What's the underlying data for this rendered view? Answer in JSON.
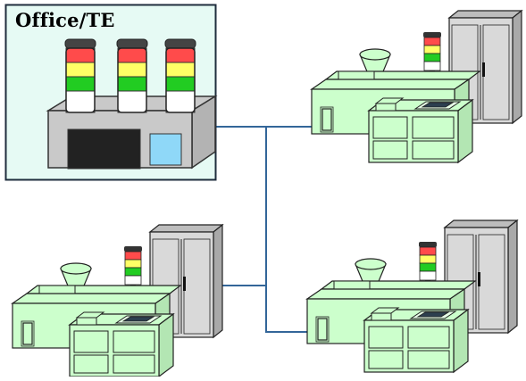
{
  "office": {
    "label": "Office/TE",
    "panel_fill": "#e6faf4",
    "panel_border": "#1f2d3d",
    "console_color": "#c9c9c9",
    "screen_color": "#222222",
    "monitor_color": "#8fd8f8",
    "tower_count": 3
  },
  "network": {
    "line_color": "#336699"
  },
  "signal_tower": {
    "colors": [
      "#ff4b4b",
      "#ffff66",
      "#22cc22",
      "#ffffff"
    ]
  },
  "machines": [
    {
      "id": "machine-top-right",
      "body_color": "#ccffcc",
      "cabinet_color": "#d9d9d9"
    },
    {
      "id": "machine-bottom-left",
      "body_color": "#ccffcc",
      "cabinet_color": "#d9d9d9"
    },
    {
      "id": "machine-bottom-right",
      "body_color": "#ccffcc",
      "cabinet_color": "#d9d9d9"
    }
  ]
}
